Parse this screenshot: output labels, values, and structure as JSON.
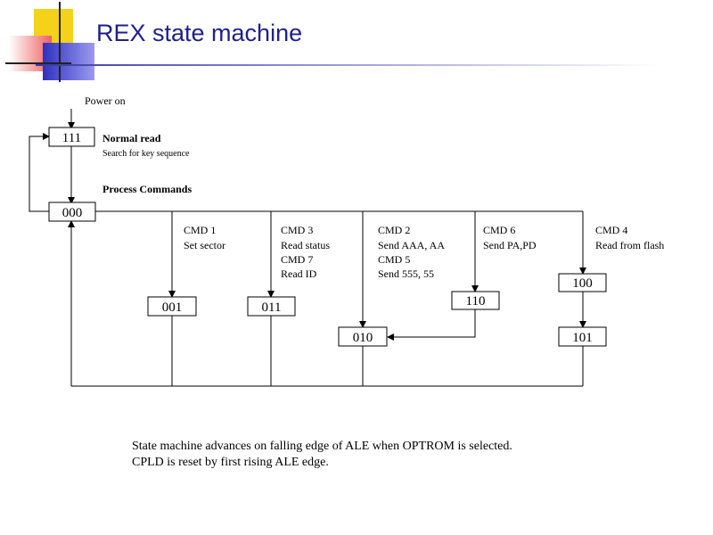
{
  "slide": {
    "title": "REX state machine"
  },
  "diagram": {
    "power_on": "Power on",
    "states": {
      "s111": "111",
      "s000": "000",
      "s001": "001",
      "s011": "011",
      "s010": "010",
      "s110": "110",
      "s100": "100",
      "s101": "101"
    },
    "normal_read": "Normal read",
    "search_key": "Search for key sequence",
    "process_commands": "Process Commands",
    "cmd1": [
      "CMD 1",
      "Set sector"
    ],
    "cmd3": [
      "CMD 3",
      "Read status",
      "CMD 7",
      "Read ID"
    ],
    "cmd2": [
      "CMD 2",
      "Send AAA, AA",
      "CMD 5",
      "Send 555, 55"
    ],
    "cmd6": [
      "CMD 6",
      "Send PA,PD"
    ],
    "cmd4": [
      "CMD 4",
      "Read from flash"
    ]
  },
  "notes": [
    "State machine advances on falling edge of ALE when OPTROM is selected.",
    "CPLD is reset by first rising ALE edge."
  ]
}
